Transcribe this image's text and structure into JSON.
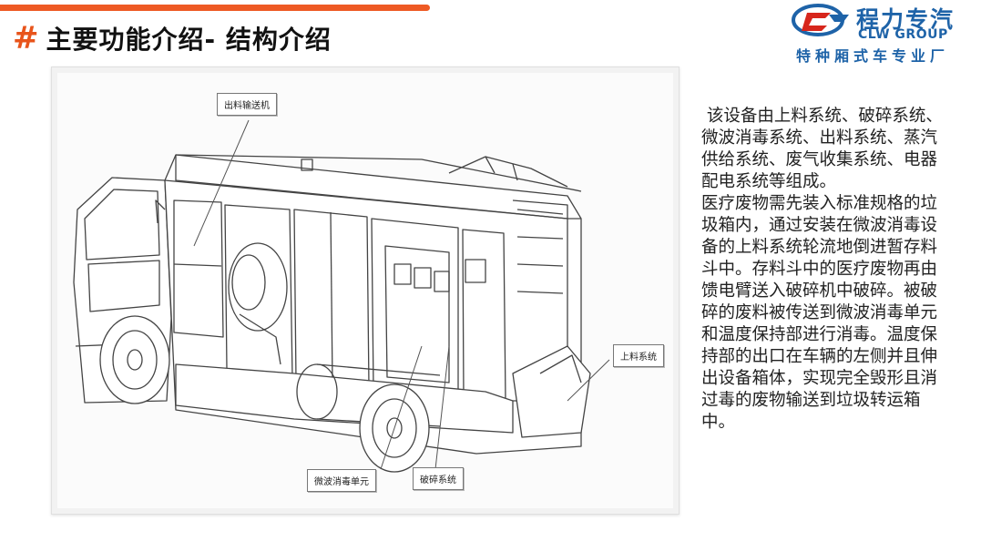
{
  "header": {
    "hash_symbol": "#",
    "title": "主要功能介绍- 结构介绍"
  },
  "logo": {
    "brand_cn": "程力专汽",
    "brand_en": "CLW GROUP",
    "tagline": "特种厢式车专业厂",
    "colors": {
      "blue": "#1e63a8",
      "red": "#d7261c"
    }
  },
  "figure": {
    "image": "truck-structure-diagram",
    "callouts": {
      "discharge_conveyor": "出料输送机",
      "loading_system": "上料系统",
      "microwave_unit": "微波消毒单元",
      "crushing_system": "破碎系统"
    }
  },
  "description": {
    "paragraph1": " 该设备由上料系统、破碎系统、微波消毒系统、出料系统、蒸汽供给系统、废气收集系统、电器配电系统等组成。",
    "paragraph2": "医疗废物需先装入标准规格的垃圾箱内，通过安装在微波消毒设备的上料系统轮流地倒进暂存料斗中。存料斗中的医疗废物再由馈电臂送入破碎机中破碎。被破碎的废料被传送到微波消毒单元和温度保持部进行消毒。温度保持部的出口在车辆的左侧并且伸出设备箱体，实现完全毁形且消过毒的废物输送到垃圾转运箱中。"
  },
  "colors": {
    "accent": "#ee5a24",
    "title": "#111111"
  }
}
